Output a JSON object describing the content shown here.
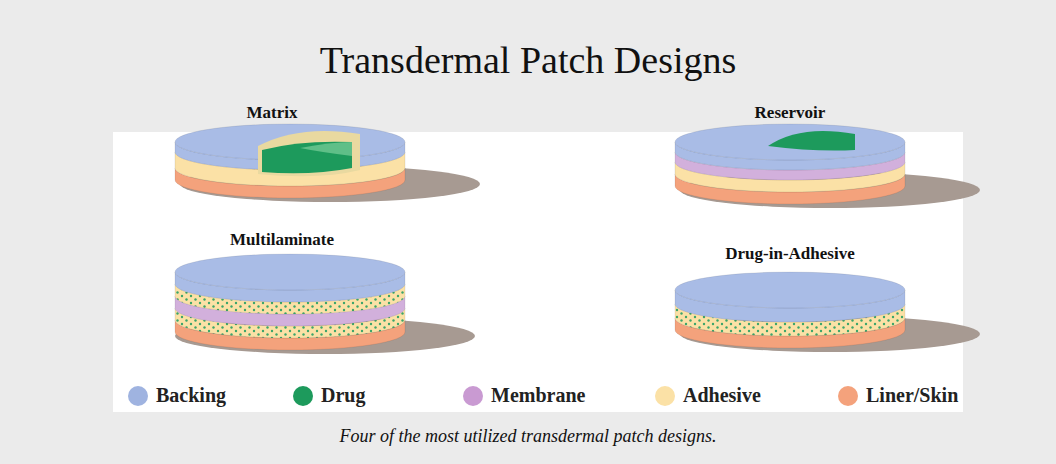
{
  "diagram": {
    "title": "Transdermal Patch Designs",
    "caption": "Four of the most utilized transdermal patch designs.",
    "labels": [
      "Matrix",
      "Reservoir",
      "Multilaminate",
      "Drug-in-Adhesive"
    ],
    "legend": [
      {
        "text": "Backing",
        "color": "#9fb3e0"
      },
      {
        "text": "Drug",
        "color": "#1d9a5c"
      },
      {
        "text": "Membrane",
        "color": "#c99ad2"
      },
      {
        "text": "Adhesive",
        "color": "#fbe1a6"
      },
      {
        "text": "Liner/Skin",
        "color": "#f4a27c"
      }
    ]
  }
}
